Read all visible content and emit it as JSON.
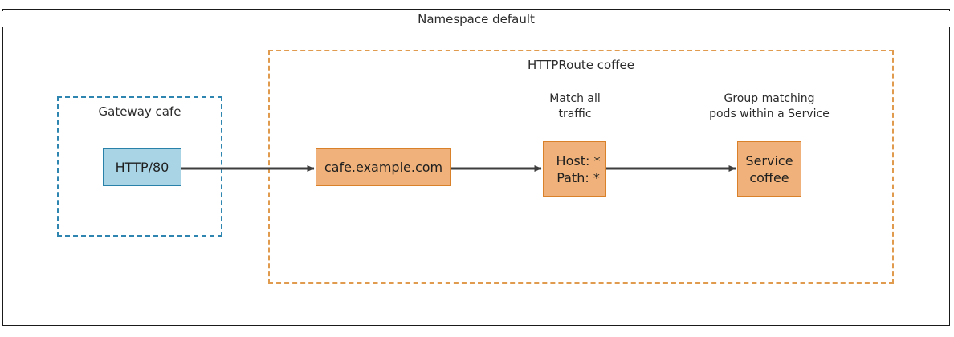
{
  "namespace": {
    "title": "Namespace default"
  },
  "groups": {
    "gateway": {
      "title": "Gateway cafe",
      "border_color": "#2e86b0"
    },
    "httproute": {
      "title": "HTTPRoute coffee",
      "border_color": "#e09b4e"
    }
  },
  "nodes": {
    "listener": {
      "label": "HTTP/80",
      "fill": "#a9d4e6",
      "border": "#2980a8"
    },
    "hostname": {
      "label": "cafe.example.com",
      "fill": "#f0b27a",
      "border": "#d9802a"
    },
    "match": {
      "line1": "Host: *",
      "line2": "Path: *",
      "fill": "#f0b27a",
      "border": "#d9802a"
    },
    "service": {
      "line1": "Service",
      "line2": "coffee",
      "fill": "#f0b27a",
      "border": "#d9802a"
    }
  },
  "captions": {
    "match": {
      "line1": "Match all",
      "line2": "traffic"
    },
    "service": {
      "line1": "Group matching",
      "line2": "pods within a Service"
    }
  },
  "edges": {
    "color": "#3d3d3d",
    "items": [
      {
        "from": "HTTP/80",
        "to": "cafe.example.com"
      },
      {
        "from": "cafe.example.com",
        "to": "Host: * Path: *"
      },
      {
        "from": "Host: * Path: *",
        "to": "Service coffee"
      }
    ]
  }
}
